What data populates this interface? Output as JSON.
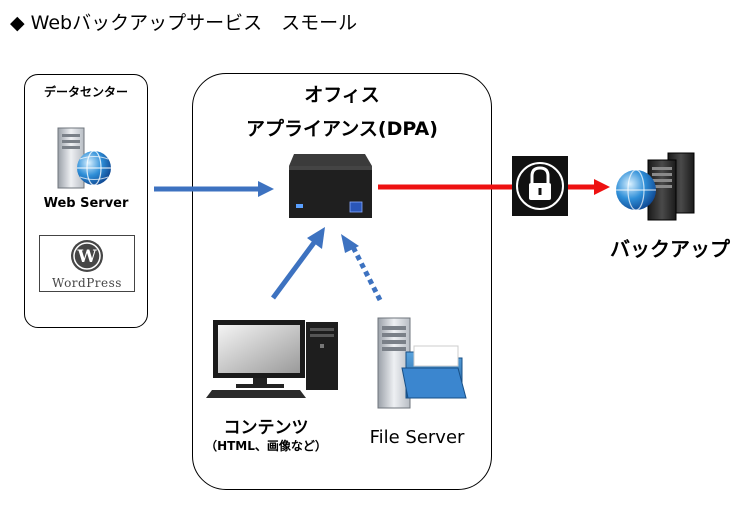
{
  "title": "◆ Webバックアップサービス　スモール",
  "datacenter": {
    "title": "データセンター",
    "server_label": "Web Server",
    "wordpress_logo_text": "WordPress"
  },
  "office": {
    "title": "オフィス",
    "appliance_label": "アプライアンス(DPA)"
  },
  "backup": {
    "label": "バックアップ"
  },
  "contents": {
    "label": "コンテンツ",
    "sublabel": "（HTML、画像など）"
  },
  "file_server": {
    "label": "File Server"
  },
  "icons": {
    "web_server": "web-server-globe-icon",
    "wordpress": "wordpress-logo-icon",
    "appliance": "mini-pc-icon",
    "desktop": "desktop-computer-icon",
    "file_server": "file-server-icon",
    "lock": "lock-icon",
    "backup": "backup-server-icon"
  },
  "colors": {
    "blue_arrow": "#3d72c0",
    "red_arrow": "#ee1111",
    "lock_bg": "#111111"
  }
}
